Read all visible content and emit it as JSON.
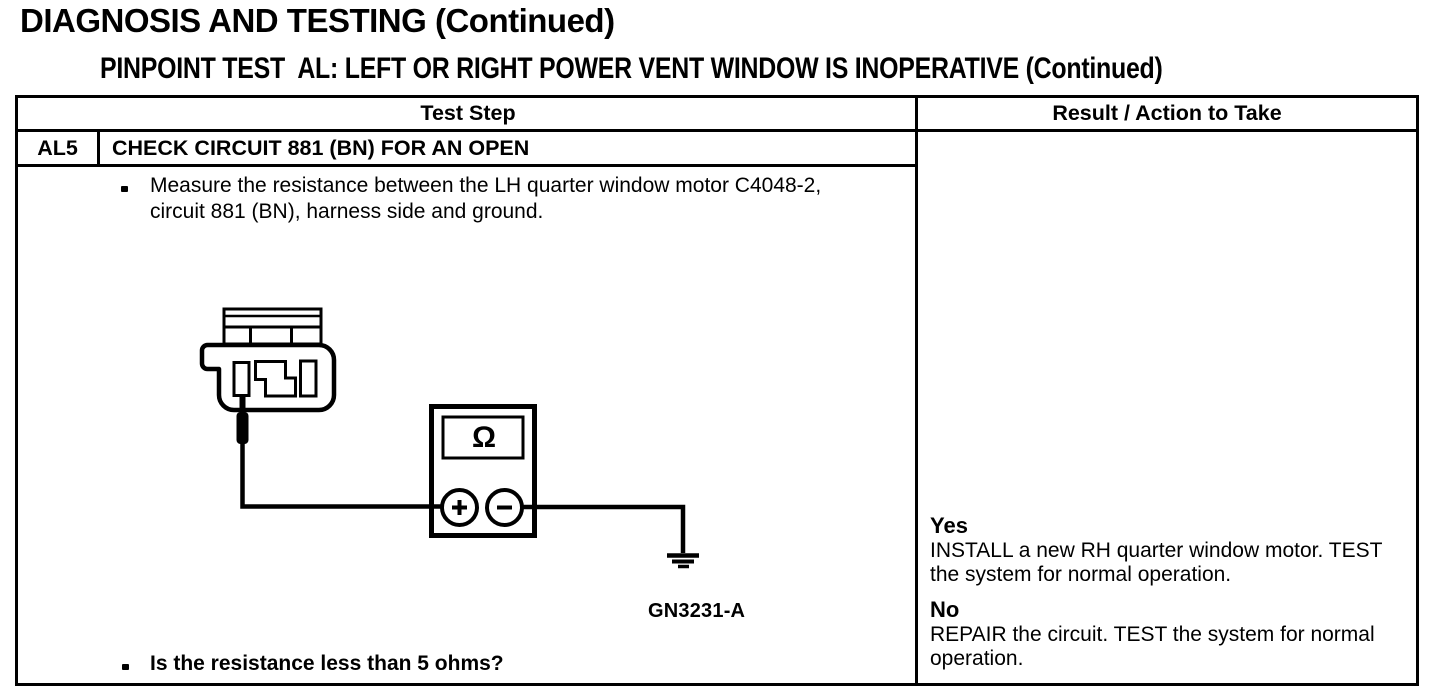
{
  "page": {
    "title": "DIAGNOSIS AND TESTING (Continued)",
    "subtitle": "PINPOINT TEST  AL: LEFT OR RIGHT POWER VENT WINDOW IS INOPERATIVE (Continued)"
  },
  "table": {
    "header": {
      "test_step": "Test Step",
      "result_action": "Result / Action to Take"
    },
    "step": {
      "id": "AL5",
      "title": "CHECK CIRCUIT 881 (BN) FOR AN OPEN",
      "instruction": "Measure the resistance between the LH quarter window motor C4048-2, circuit 881 (BN), harness side and ground.",
      "question": "Is the resistance less than 5 ohms?"
    },
    "figure": {
      "meter_display_symbol": "Ω",
      "figure_id": "GN3231-A",
      "icons": {
        "connector": "wiring-harness-connector",
        "probe": "test-probe",
        "ohmmeter": "ohmmeter",
        "plus_terminal": "+",
        "minus_terminal": "−",
        "ground": "earth-ground-symbol"
      }
    },
    "results": [
      {
        "answer": "Yes",
        "action": "INSTALL a new RH quarter window motor. TEST the system for normal operation."
      },
      {
        "answer": "No",
        "action": "REPAIR the circuit. TEST the system for normal operation."
      }
    ]
  }
}
